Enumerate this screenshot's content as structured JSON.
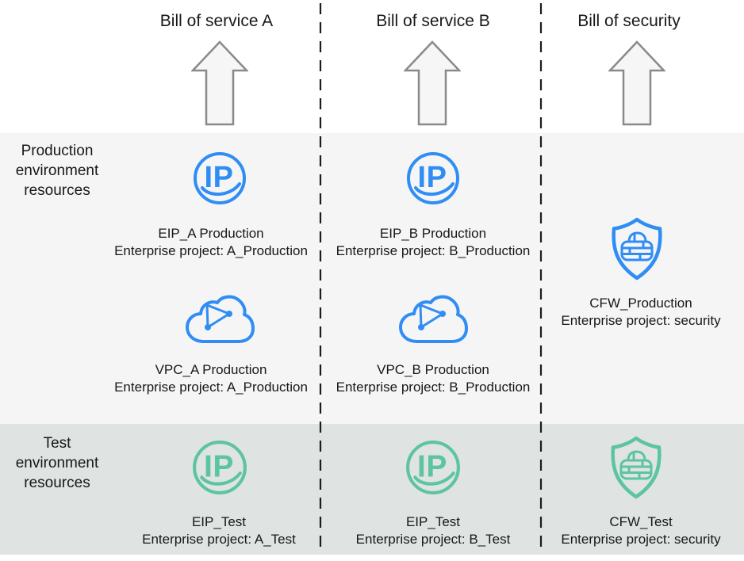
{
  "colors": {
    "blue": "#2F8DF4",
    "green": "#5CC4A0",
    "production_band_bg": "#F5F5F6",
    "test_band_bg": "#DFE3E2",
    "arrow_fill": "#F6F6F6",
    "arrow_stroke": "#8A8A8A",
    "divider": "#1C1C1C",
    "text_color": "#181818"
  },
  "headers": {
    "service_a": "Bill of service A",
    "service_b": "Bill of service B",
    "security": "Bill of security"
  },
  "bands": {
    "production": {
      "line1": "Production",
      "line2": "environment",
      "line3": "resources"
    },
    "test": {
      "line1": "Test",
      "line2": "environment",
      "line3": "resources"
    }
  },
  "resources": {
    "eip_a_prod": {
      "name": "EIP_A Production",
      "project": "Enterprise project: A_Production"
    },
    "vpc_a_prod": {
      "name": "VPC_A Production",
      "project": "Enterprise project: A_Production"
    },
    "eip_b_prod": {
      "name": "EIP_B Production",
      "project": "Enterprise project: B_Production"
    },
    "vpc_b_prod": {
      "name": "VPC_B Production",
      "project": "Enterprise project: B_Production"
    },
    "cfw_prod": {
      "name": "CFW_Production",
      "project": "Enterprise project: security"
    },
    "eip_a_test": {
      "name": "EIP_Test",
      "project": "Enterprise project: A_Test"
    },
    "eip_b_test": {
      "name": "EIP_Test",
      "project": "Enterprise project: B_Test"
    },
    "cfw_test": {
      "name": "CFW_Test",
      "project": "Enterprise project: security"
    }
  },
  "icons": {
    "eip_label": "IP",
    "eip": "ip-circle-icon",
    "vpc": "vpc-cloud-icon",
    "cfw": "firewall-shield-icon",
    "bill_arrow": "up-arrow-icon"
  }
}
